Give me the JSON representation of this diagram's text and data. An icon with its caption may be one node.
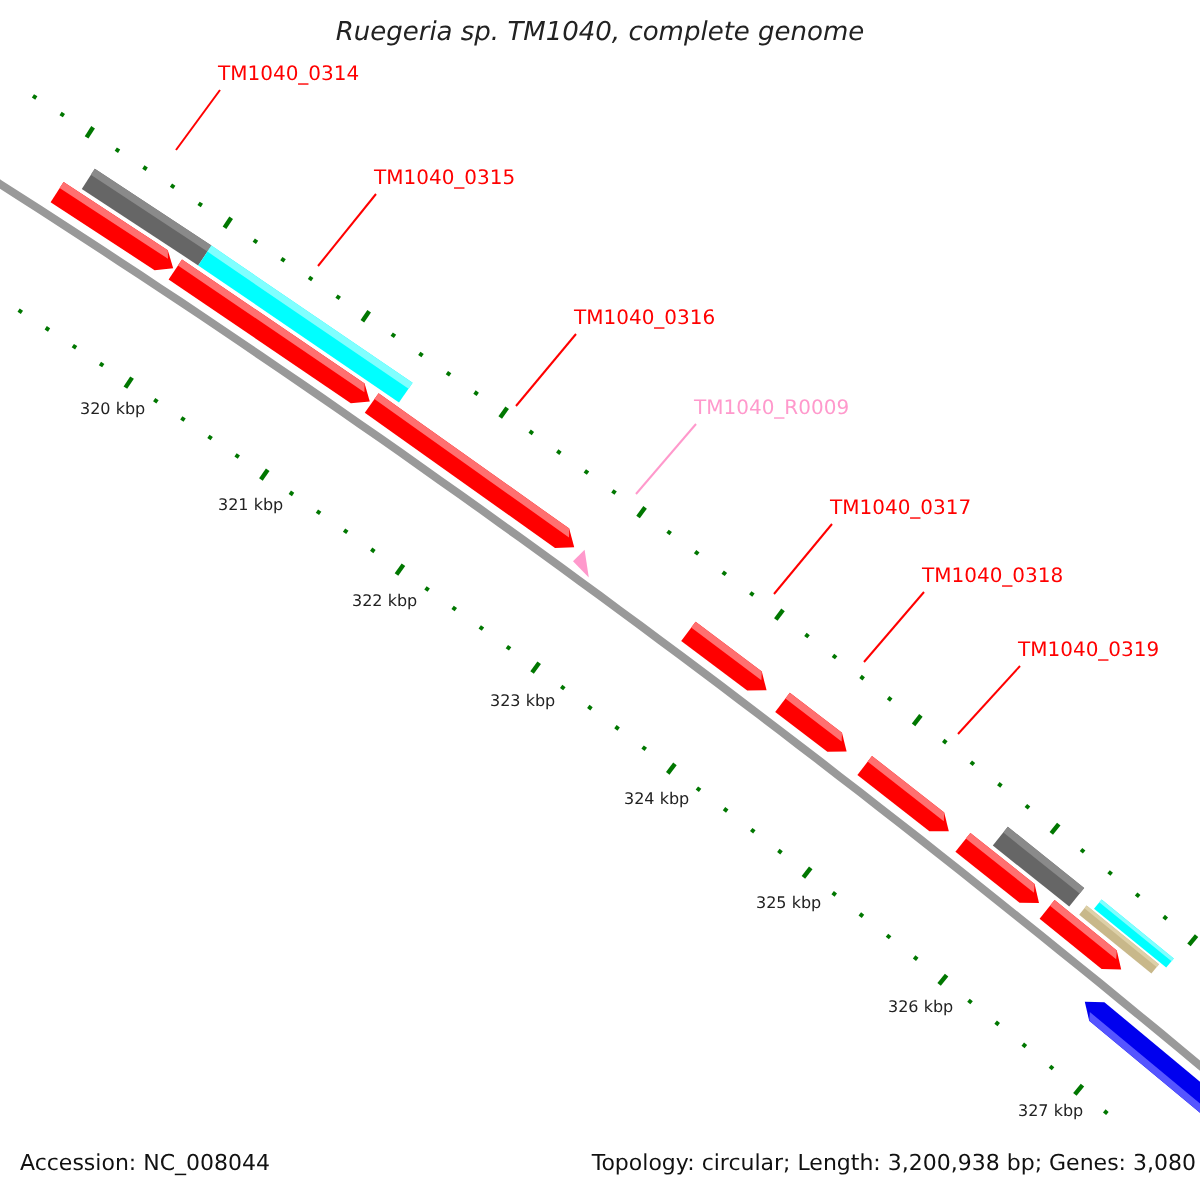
{
  "diagram": {
    "title": "Ruegeria sp. TM1040, complete genome",
    "nodes": [
      {
        "text": [
          "TM1040_0314"
        ]
      },
      {
        "text": [
          "TM1040_0315"
        ]
      },
      {
        "text": [
          "TM1040_0316"
        ]
      },
      {
        "text": [
          "TM1040_R0009"
        ]
      },
      {
        "text": [
          "TM1040_0317"
        ]
      },
      {
        "text": [
          "TM1040_0318"
        ]
      },
      {
        "text": [
          "TM1040_0319"
        ]
      }
    ],
    "edges": [
      {
        "from": 0,
        "to": null,
        "arrow": "none"
      },
      {
        "from": 1,
        "to": null,
        "arrow": "none"
      },
      {
        "from": 2,
        "to": null,
        "arrow": "none"
      },
      {
        "from": 3,
        "to": null,
        "arrow": "none",
        "color": "#ff99cc"
      },
      {
        "from": 4,
        "to": null,
        "arrow": "none"
      },
      {
        "from": 5,
        "to": null,
        "arrow": "none"
      },
      {
        "from": 6,
        "to": null,
        "arrow": "none"
      }
    ],
    "labels": [
      "320 kbp",
      "321 kbp",
      "322 kbp",
      "323 kbp",
      "324 kbp",
      "325 kbp",
      "326 kbp",
      "327 kbp",
      "Accession: NC_008044",
      "Topology: circular; Length: 3,200,938 bp; Genes: 3,080"
    ]
  }
}
